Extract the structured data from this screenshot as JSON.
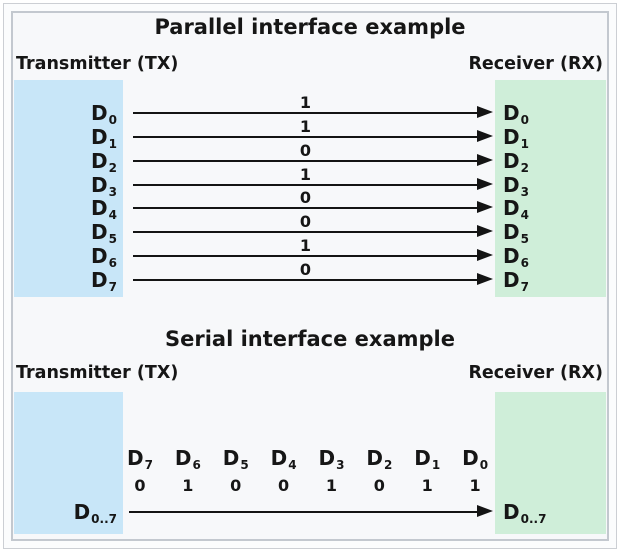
{
  "parallel": {
    "title": "Parallel interface example",
    "tx_label": "Transmitter (TX)",
    "rx_label": "Receiver (RX)",
    "lines": [
      {
        "name": "D",
        "sub": "0",
        "bit": "1"
      },
      {
        "name": "D",
        "sub": "1",
        "bit": "1"
      },
      {
        "name": "D",
        "sub": "2",
        "bit": "0"
      },
      {
        "name": "D",
        "sub": "3",
        "bit": "1"
      },
      {
        "name": "D",
        "sub": "4",
        "bit": "0"
      },
      {
        "name": "D",
        "sub": "5",
        "bit": "0"
      },
      {
        "name": "D",
        "sub": "6",
        "bit": "1"
      },
      {
        "name": "D",
        "sub": "7",
        "bit": "0"
      }
    ]
  },
  "serial": {
    "title": "Serial interface example",
    "tx_label": "Transmitter (TX)",
    "rx_label": "Receiver (RX)",
    "bus": {
      "name": "D",
      "sub": "0..7"
    },
    "bits": [
      {
        "name": "D",
        "sub": "7",
        "bit": "0"
      },
      {
        "name": "D",
        "sub": "6",
        "bit": "1"
      },
      {
        "name": "D",
        "sub": "5",
        "bit": "0"
      },
      {
        "name": "D",
        "sub": "4",
        "bit": "0"
      },
      {
        "name": "D",
        "sub": "3",
        "bit": "1"
      },
      {
        "name": "D",
        "sub": "2",
        "bit": "0"
      },
      {
        "name": "D",
        "sub": "1",
        "bit": "1"
      },
      {
        "name": "D",
        "sub": "0",
        "bit": "1"
      }
    ]
  },
  "colors": {
    "tx_box": "#c8e6f8",
    "rx_box": "#cfeed9",
    "wire": "#141414",
    "panel_background": "#f7f8fa",
    "panel_border": "#c3c8cf"
  }
}
